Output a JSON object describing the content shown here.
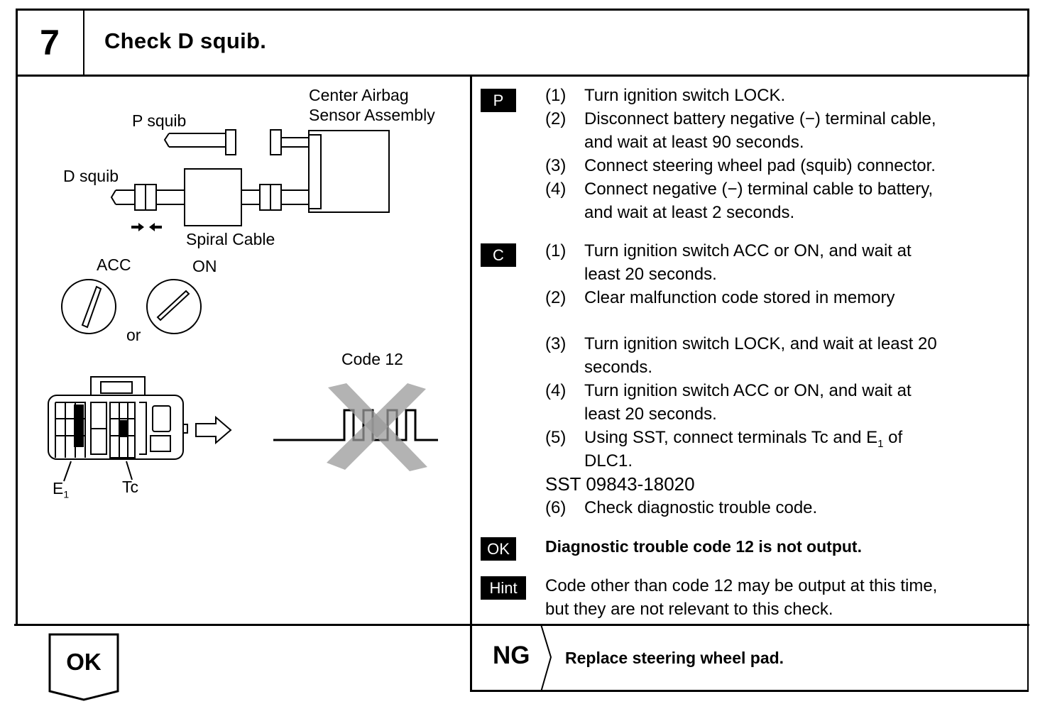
{
  "header": {
    "step_number": "7",
    "title": "Check D squib."
  },
  "diagram": {
    "center_airbag_line1": "Center Airbag",
    "center_airbag_line2": "Sensor Assembly",
    "p_squib": "P squib",
    "d_squib": "D squib",
    "spiral_cable": "Spiral Cable",
    "acc": "ACC",
    "on": "ON",
    "or": "or",
    "code12": "Code 12",
    "e1": "E",
    "e1_sub": "1",
    "tc": "Tc"
  },
  "steps": {
    "p_tag": "P",
    "p_items": [
      {
        "num": "(1)",
        "line1": "Turn ignition switch LOCK."
      },
      {
        "num": "(2)",
        "line1": "Disconnect battery negative (−) terminal cable,",
        "line2": "and wait at least 90 seconds."
      },
      {
        "num": "(3)",
        "line1": "Connect steering wheel pad (squib) connector."
      },
      {
        "num": "(4)",
        "line1": "Connect negative (−) terminal cable to battery,",
        "line2": "and wait at least 2 seconds."
      }
    ],
    "c_tag": "C",
    "c_items": [
      {
        "num": "(1)",
        "line1": "Turn ignition switch ACC or ON, and wait at",
        "line2": "least 20 seconds."
      },
      {
        "num": "(2)",
        "line1": "Clear malfunction code stored in memory"
      },
      {
        "num": "(3)",
        "line1": "Turn ignition switch LOCK, and wait at least 20",
        "line2": "seconds."
      },
      {
        "num": "(4)",
        "line1": "Turn ignition switch ACC or ON, and wait at",
        "line2": "least 20 seconds."
      },
      {
        "num": "(5)",
        "line1": "Using SST, connect terminals Tc and E",
        "line1_sub": "1",
        "line1_end": " of",
        "line2": "DLC1."
      }
    ],
    "sst": "SST 09843-18020",
    "c6_num": "(6)",
    "c6_text": "Check diagnostic trouble code.",
    "ok_tag": "OK",
    "ok_text": "Diagnostic trouble code 12 is not output.",
    "hint_tag": "Hint",
    "hint_line1": "Code other than code 12 may be output at this time,",
    "hint_line2": "but they are not relevant to this check."
  },
  "footer": {
    "ok_label": "OK",
    "ng_label": "NG",
    "ng_text": "Replace steering wheel pad."
  }
}
